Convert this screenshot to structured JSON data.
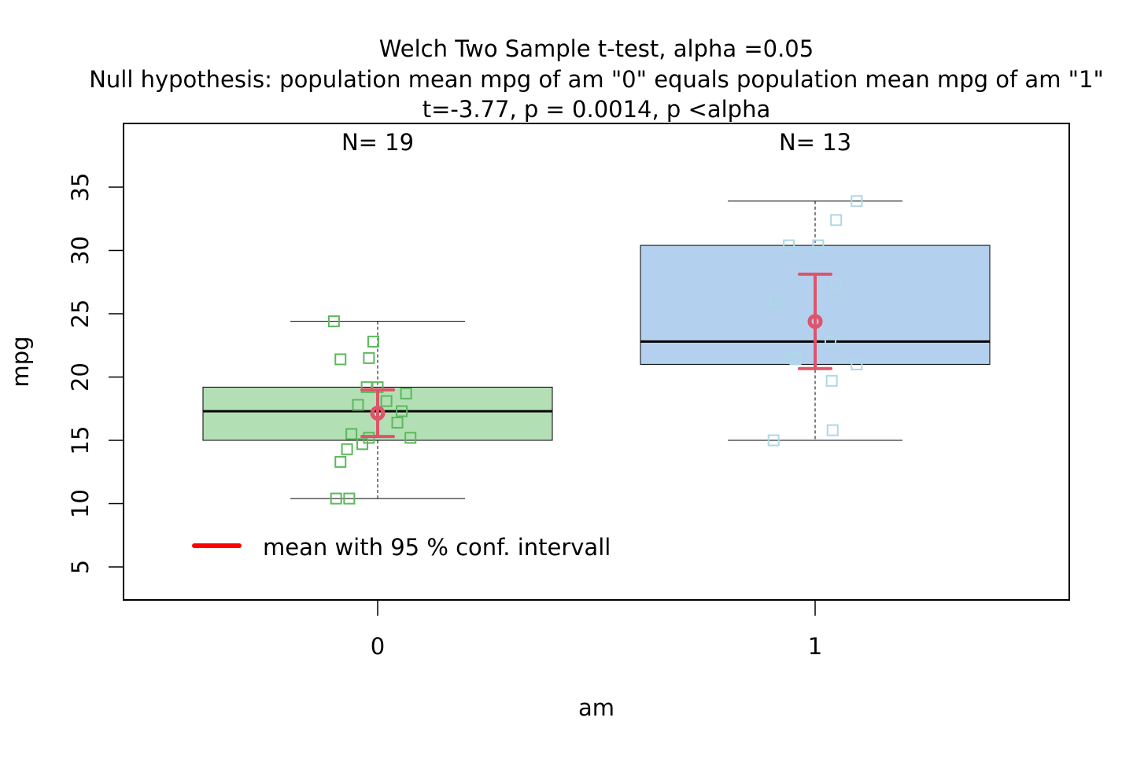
{
  "chart_data": {
    "type": "box",
    "title_lines": [
      "Welch Two Sample t-test, alpha =0.05",
      "Null hypothesis: population mean mpg of am \"0\" equals population mean mpg of am \"1\"",
      "t=-3.77, p = 0.0014, p <alpha"
    ],
    "xlabel": "am",
    "ylabel": "mpg",
    "ylim": [
      2.5,
      40
    ],
    "yticks": [
      5,
      10,
      15,
      20,
      25,
      30,
      35
    ],
    "categories": [
      "0",
      "1"
    ],
    "legend": {
      "label": "mean with 95 % conf. intervall",
      "color": "#ff0000",
      "position": "bottom-left"
    },
    "colors": {
      "mean_ci": "#df536b",
      "whisker": "#000000"
    },
    "groups": [
      {
        "name": "0",
        "n_label": "N= 19",
        "box_fill": "#b3dfb5",
        "point_color": "#61d04f",
        "point_stroke": "#5cb85c",
        "whisker_low": 10.4,
        "q1": 15.0,
        "median": 17.3,
        "q3": 19.2,
        "whisker_high": 24.4,
        "mean": 17.15,
        "ci_low": 15.3,
        "ci_high": 18.99,
        "points": [
          {
            "jitter": -0.1,
            "y": 24.4
          },
          {
            "jitter": -0.01,
            "y": 22.8
          },
          {
            "jitter": -0.085,
            "y": 21.4
          },
          {
            "jitter": -0.02,
            "y": 21.5
          },
          {
            "jitter": -0.025,
            "y": 19.2
          },
          {
            "jitter": 0.0,
            "y": 19.2
          },
          {
            "jitter": 0.065,
            "y": 18.7
          },
          {
            "jitter": 0.02,
            "y": 18.1
          },
          {
            "jitter": -0.045,
            "y": 17.8
          },
          {
            "jitter": 0.055,
            "y": 17.3
          },
          {
            "jitter": 0.045,
            "y": 16.4
          },
          {
            "jitter": -0.02,
            "y": 15.2
          },
          {
            "jitter": 0.075,
            "y": 15.2
          },
          {
            "jitter": -0.06,
            "y": 15.5
          },
          {
            "jitter": -0.035,
            "y": 14.7
          },
          {
            "jitter": -0.07,
            "y": 14.3
          },
          {
            "jitter": -0.085,
            "y": 13.3
          },
          {
            "jitter": -0.095,
            "y": 10.4
          },
          {
            "jitter": -0.065,
            "y": 10.4
          }
        ]
      },
      {
        "name": "1",
        "n_label": "N= 13",
        "box_fill": "#b3d1ef",
        "point_color": "#b3e2f0",
        "point_stroke": "#add8e6",
        "whisker_low": 15.0,
        "q1": 21.0,
        "median": 22.8,
        "q3": 30.4,
        "whisker_high": 33.9,
        "mean": 24.39,
        "ci_low": 20.67,
        "ci_high": 28.12,
        "points": [
          {
            "jitter": 0.095,
            "y": 33.9
          },
          {
            "jitter": 0.048,
            "y": 32.4
          },
          {
            "jitter": -0.06,
            "y": 30.4
          },
          {
            "jitter": 0.007,
            "y": 30.4
          },
          {
            "jitter": 0.048,
            "y": 27.3
          },
          {
            "jitter": -0.09,
            "y": 26.0
          },
          {
            "jitter": 0.035,
            "y": 22.8
          },
          {
            "jitter": -0.055,
            "y": 21.5
          },
          {
            "jitter": -0.045,
            "y": 21.4
          },
          {
            "jitter": 0.095,
            "y": 21.0
          },
          {
            "jitter": 0.038,
            "y": 19.7
          },
          {
            "jitter": 0.04,
            "y": 15.8
          },
          {
            "jitter": -0.095,
            "y": 15.0
          }
        ]
      }
    ]
  }
}
